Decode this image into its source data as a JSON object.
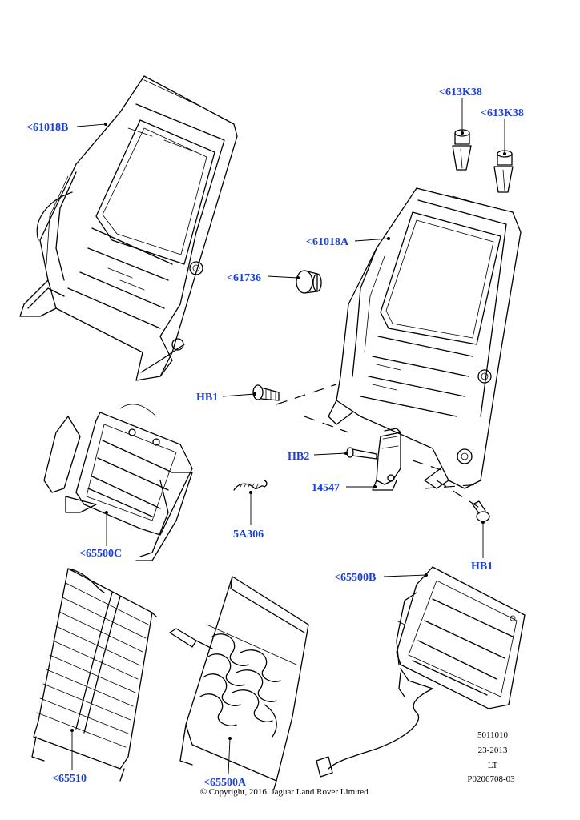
{
  "labels": {
    "frame_rear": "<61018B",
    "frame_front": "<61018A",
    "clip_1": "<613K38",
    "clip_2": "<613K38",
    "bushing": "<61736",
    "bolt_top": "HB1",
    "bolt_bottom": "HB1",
    "screw": "HB2",
    "actuator": "14547",
    "spring": "5A306",
    "panel_left": "<65500C",
    "panel_right": "<65500B",
    "suspension_mat": "<65510",
    "heater_mat": "<65500A"
  },
  "reference": {
    "code": "5011010",
    "date": "23-2013",
    "side": "LT",
    "plate": "P0206708-03"
  },
  "copyright": "© Copyright, 2016. Jaguar Land Rover Limited."
}
